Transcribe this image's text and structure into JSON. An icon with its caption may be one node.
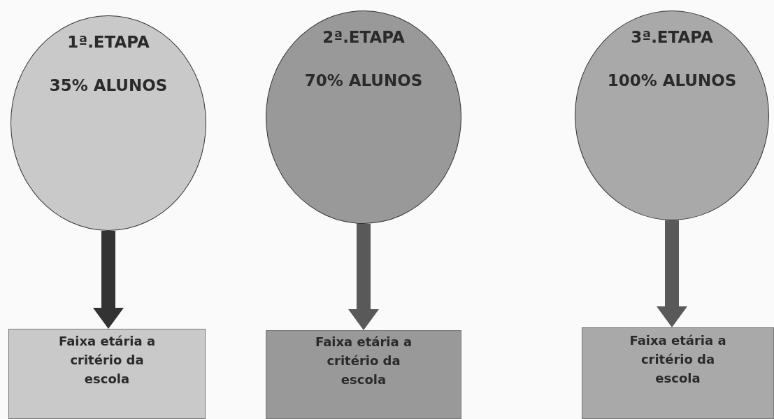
{
  "diagram": {
    "nodes": [
      {
        "text": [
          "1ª.ETAPA",
          "35% ALUNOS"
        ]
      },
      {
        "text": [
          "2ª.ETAPA",
          "70% ALUNOS"
        ]
      },
      {
        "text": [
          "3ª.ETAPA",
          "100% ALUNOS"
        ]
      },
      {
        "text": [
          "Faixa etária a critério da escola"
        ]
      },
      {
        "text": [
          "Faixa etária a critério da escola"
        ]
      },
      {
        "text": [
          "Faixa etária a critério da escola"
        ]
      }
    ],
    "edges": [
      {
        "from": 0,
        "to": 3,
        "arrow": "to",
        "style": "thick",
        "color": "#333333"
      },
      {
        "from": 1,
        "to": 4,
        "arrow": "to",
        "style": "thick"
      },
      {
        "from": 2,
        "to": 5,
        "arrow": "to",
        "style": "thick"
      }
    ]
  }
}
